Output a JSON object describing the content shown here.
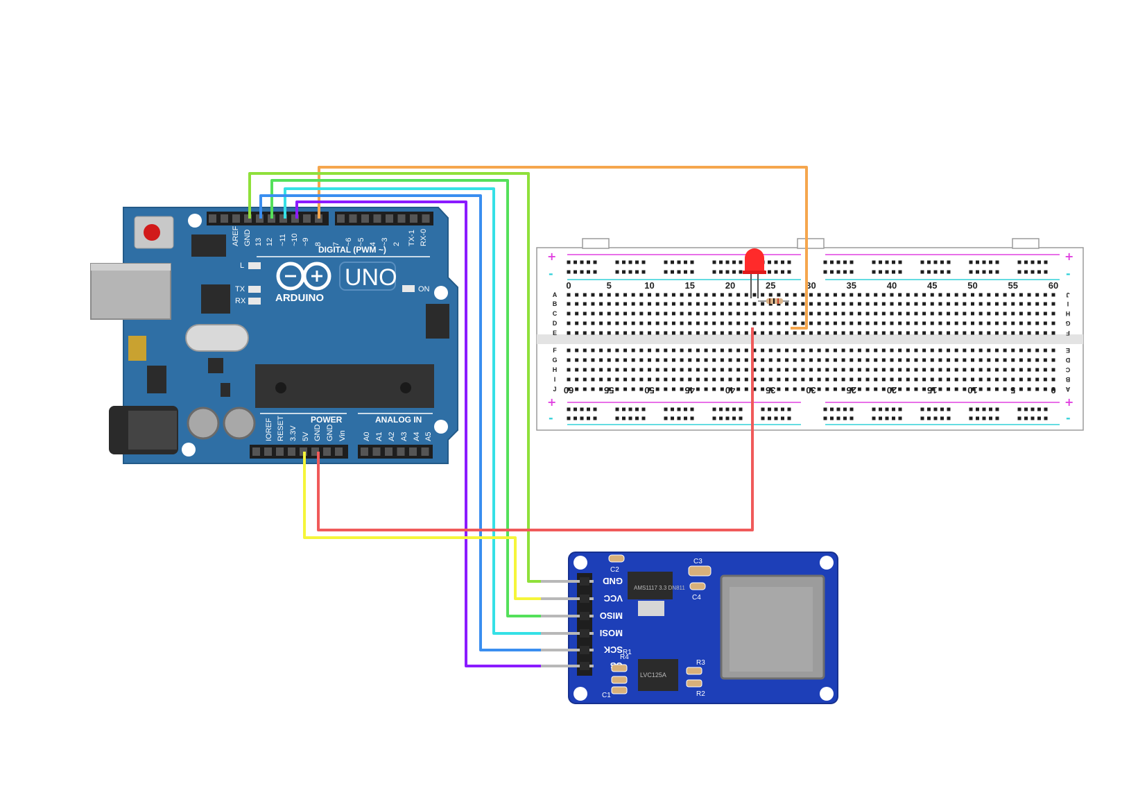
{
  "arduino": {
    "name": "ARDUINO",
    "model": "UNO",
    "digital_header": "DIGITAL (PWM ~)",
    "power_header": "POWER",
    "analog_header": "ANALOG IN",
    "led_labels": {
      "l": "L",
      "tx": "TX",
      "rx": "RX",
      "on": "ON"
    },
    "digital_pins": [
      "AREF",
      "GND",
      "13",
      "12",
      "~11",
      "~10",
      "~9",
      "8",
      "7",
      "~6",
      "~5",
      "4",
      "~3",
      "2",
      "TX-1",
      "RX-0"
    ],
    "power_pins": [
      "IOREF",
      "RESET",
      "3.3V",
      "5V",
      "GND",
      "GND",
      "Vin"
    ],
    "analog_pins": [
      "A0",
      "A1",
      "A2",
      "A3",
      "A4",
      "A5"
    ]
  },
  "breadboard": {
    "top_numbers": [
      "0",
      "5",
      "10",
      "15",
      "20",
      "25",
      "30",
      "35",
      "40",
      "45",
      "50",
      "55",
      "60"
    ],
    "bottom_numbers": [
      "60",
      "55",
      "50",
      "45",
      "40",
      "35",
      "30",
      "25",
      "20",
      "15",
      "10",
      "5",
      "0"
    ],
    "rows_left_top": [
      "A",
      "B",
      "C",
      "D",
      "E"
    ],
    "rows_left_bottom": [
      "F",
      "G",
      "H",
      "I",
      "J"
    ],
    "rows_right_top": [
      "J",
      "I",
      "H",
      "G",
      "F"
    ],
    "rows_right_bottom": [
      "E",
      "D",
      "C",
      "B",
      "A"
    ],
    "plus": "+",
    "minus": "-"
  },
  "sd_module": {
    "pins": [
      "GND",
      "VCC",
      "MISO",
      "MOSI",
      "SCK",
      "CS"
    ],
    "components": {
      "c1": "C1",
      "c2": "C2",
      "c3": "C3",
      "c4": "C4",
      "r1": "R1",
      "r2": "R2",
      "r3": "R3",
      "r4": "R4"
    },
    "regulator": "AMS1117 3.3 DN811",
    "chip": "LVC125A"
  },
  "colors": {
    "board_blue": "#2f6fa5",
    "sd_blue": "#1d3fb8",
    "wire_green_light": "#8fe03a",
    "wire_green": "#54e05a",
    "wire_blue": "#3a8ef0",
    "wire_cyan": "#35e0e6",
    "wire_purple": "#8b1bff",
    "wire_orange": "#f5a64d",
    "wire_yellow": "#f5f53a",
    "wire_red": "#f05a5a",
    "led_red": "#ff2a2a",
    "rail_plus": "#e040e0",
    "rail_minus": "#30d0d8"
  }
}
